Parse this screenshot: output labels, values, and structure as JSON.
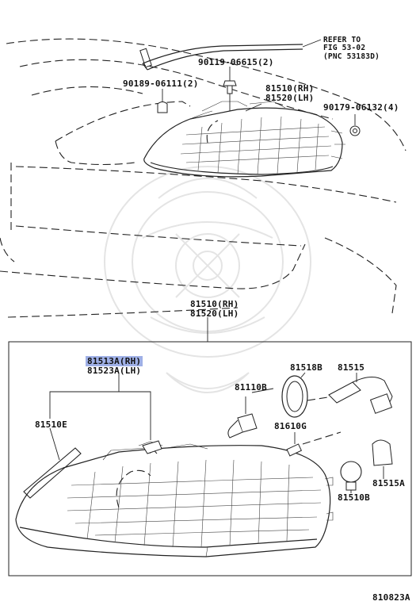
{
  "diagram": {
    "refer_note": [
      "REFER TO",
      "FIG 53-02",
      "(PNC 53183D)"
    ],
    "top_labels": {
      "bolt_90119": "90119-06615(2)",
      "nut_90189": "90189-06111(2)",
      "lamp_rh": "81510(RH)",
      "lamp_lh": "81520(LH)",
      "clip_90179": "90179-06132(4)"
    },
    "assembly_labels": {
      "rh": "81510(RH)",
      "lh": "81520(LH)"
    },
    "box_labels": {
      "part_81513a": "81513A(RH)",
      "part_81523a": "81523A(LH)",
      "part_81510e": "81510E",
      "part_81110b": "81110B",
      "part_81518b": "81518B",
      "part_81515": "81515",
      "part_81610g": "81610G",
      "part_81515a": "81515A",
      "part_81510b": "81510B"
    },
    "figure_id": "810823A"
  },
  "colors": {
    "highlight": "#9fb0e6",
    "line": "#222222",
    "watermark": "#e4e4e4"
  }
}
